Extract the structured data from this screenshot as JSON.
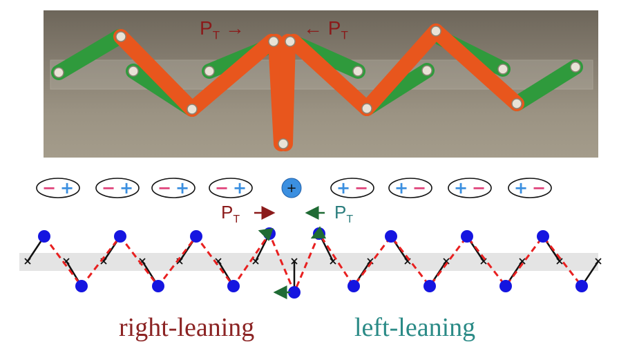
{
  "photo": {
    "label_left": "P",
    "label_left_sub": "T",
    "label_left_arrow": "→",
    "label_right_arrow": "←",
    "label_right": "P",
    "label_right_sub": "T"
  },
  "dipoles": {
    "left_count": 4,
    "right_count": 4,
    "center_charge": "+",
    "minus_sign": "−",
    "plus_sign": "+"
  },
  "labels": {
    "pt_left": "P",
    "pt_left_sub": "T",
    "pt_left_arrow": "→",
    "pt_right_arrow": "←",
    "pt_right": "P",
    "pt_right_sub": "T"
  },
  "captions": {
    "right_leaning": "right-leaning",
    "left_leaning": "left-leaning"
  },
  "colors": {
    "dark_red": "#8b1a1a",
    "teal": "#2a8a86",
    "minus_pink": "#e0457b",
    "plus_blue": "#3b8fe0",
    "node_blue": "#1515e0",
    "dash_red": "#e82020",
    "orange_bar": "#e8561d",
    "green_bar": "#2f9a3c",
    "band_gray": "#e4e4e4"
  }
}
